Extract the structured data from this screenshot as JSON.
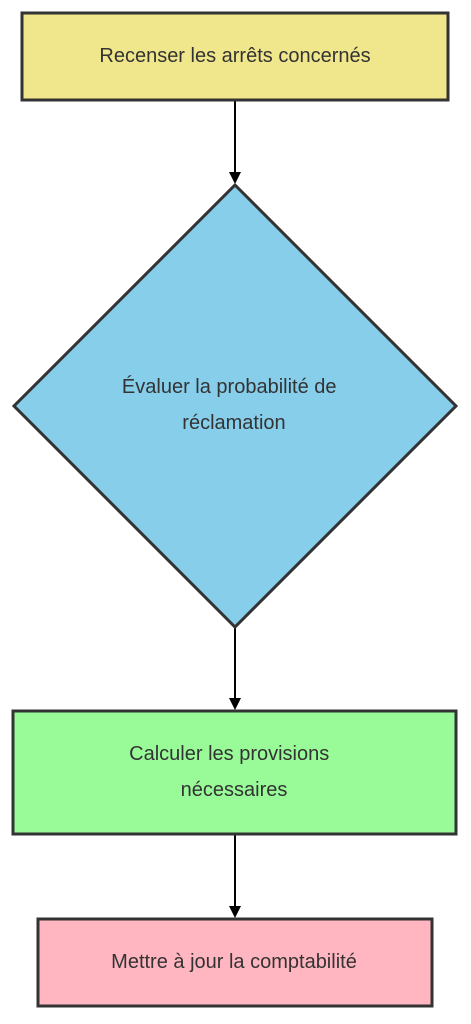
{
  "diagram": {
    "type": "flowchart",
    "colors": {
      "stroke": "#333333",
      "text": "#333333",
      "arrow": "#000000",
      "background": "#ffffff"
    },
    "nodes": [
      {
        "id": "recenser",
        "shape": "rect",
        "fill": "#f0e68c",
        "lines": [
          "Recenser les arrêts concernés"
        ]
      },
      {
        "id": "evaluer",
        "shape": "diamond",
        "fill": "#87ceeb",
        "lines": [
          "Évaluer la probabilité de",
          "réclamation"
        ]
      },
      {
        "id": "calculer",
        "shape": "rect",
        "fill": "#98fb98",
        "lines": [
          "Calculer les provisions",
          "nécessaires"
        ]
      },
      {
        "id": "mettre",
        "shape": "rect",
        "fill": "#ffb6c1",
        "lines": [
          "Mettre à jour la comptabilité"
        ]
      }
    ],
    "edges": [
      {
        "from": "recenser",
        "to": "evaluer"
      },
      {
        "from": "evaluer",
        "to": "calculer"
      },
      {
        "from": "calculer",
        "to": "mettre"
      }
    ]
  }
}
